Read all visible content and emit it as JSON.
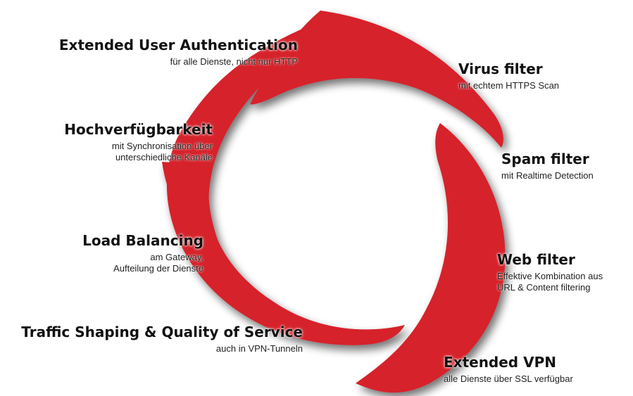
{
  "colors": {
    "accent": "#d6202c",
    "shadow": "#9a9a9a",
    "text": "#111111"
  },
  "features": {
    "extended_user_auth": {
      "title": "Extended User Authentication",
      "desc": [
        "für alle Dienste, nicht nur HTTP"
      ]
    },
    "hochverfuegbarkeit": {
      "title": "Hochverfügbarkeit",
      "desc": [
        "mit Synchronisation über",
        "unterschiedliche Kanäle"
      ]
    },
    "load_balancing": {
      "title": "Load Balancing",
      "desc": [
        "am Gateway,",
        "Aufteilung der Dienste"
      ]
    },
    "traffic_shaping": {
      "title": "Traffic Shaping & Quality of Service",
      "desc": [
        "auch in VPN-Tunneln"
      ]
    },
    "virus_filter": {
      "title": "Virus filter",
      "desc": [
        "mit echtem HTTPS Scan"
      ]
    },
    "spam_filter": {
      "title": "Spam filter",
      "desc": [
        "mit Realtime Detection"
      ]
    },
    "web_filter": {
      "title": "Web filter",
      "desc": [
        "Effektive Kombination aus",
        "URL & Content filtering"
      ]
    },
    "extended_vpn": {
      "title": "Extended VPN",
      "desc": [
        "alle Dienste über SSL verfügbar"
      ]
    }
  }
}
